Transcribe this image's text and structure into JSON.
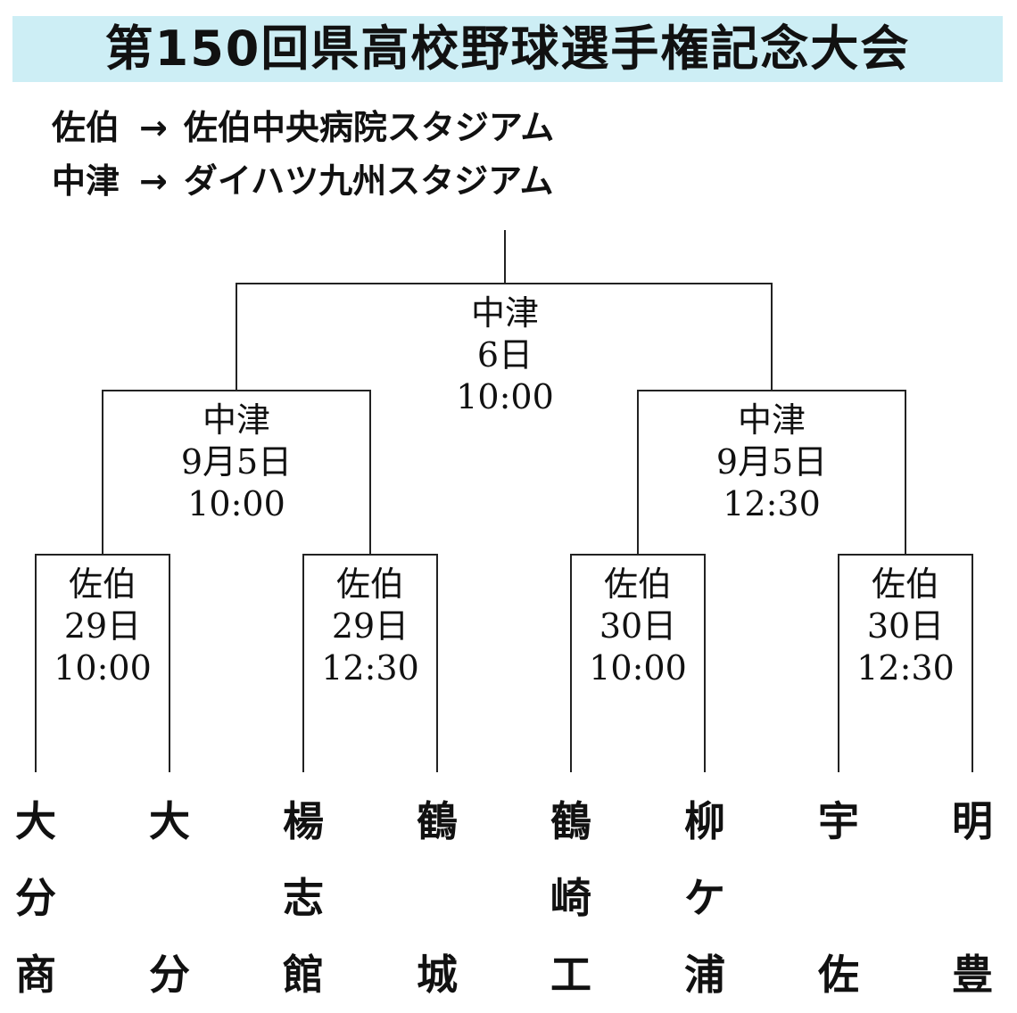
{
  "title": "第150回県高校野球選手権記念大会",
  "venues": [
    {
      "short": "佐伯",
      "arrow": "→",
      "full": "佐伯中央病院スタジアム"
    },
    {
      "short": "中津",
      "arrow": "→",
      "full": "ダイハツ九州スタジアム"
    }
  ],
  "matches": {
    "r1_1": {
      "venue": "佐伯",
      "date": "29日",
      "time": "10:00"
    },
    "r1_2": {
      "venue": "佐伯",
      "date": "29日",
      "time": "12:30"
    },
    "r1_3": {
      "venue": "佐伯",
      "date": "30日",
      "time": "10:00"
    },
    "r1_4": {
      "venue": "佐伯",
      "date": "30日",
      "time": "12:30"
    },
    "sf_1": {
      "venue": "中津",
      "date": "9月5日",
      "time": "10:00"
    },
    "sf_2": {
      "venue": "中津",
      "date": "9月5日",
      "time": "12:30"
    },
    "final": {
      "venue": "中津",
      "date": "6日",
      "time": "10:00"
    }
  },
  "teams": [
    {
      "c1": "大",
      "c2": "分",
      "c3": "商"
    },
    {
      "c1": "大",
      "c2": "",
      "c3": "分"
    },
    {
      "c1": "楊",
      "c2": "志",
      "c3": "館"
    },
    {
      "c1": "鶴",
      "c2": "",
      "c3": "城"
    },
    {
      "c1": "鶴",
      "c2": "崎",
      "c3": "工"
    },
    {
      "c1": "柳",
      "c2": "ケ",
      "c3": "浦"
    },
    {
      "c1": "宇",
      "c2": "",
      "c3": "佐"
    },
    {
      "c1": "明",
      "c2": "",
      "c3": "豊"
    }
  ]
}
